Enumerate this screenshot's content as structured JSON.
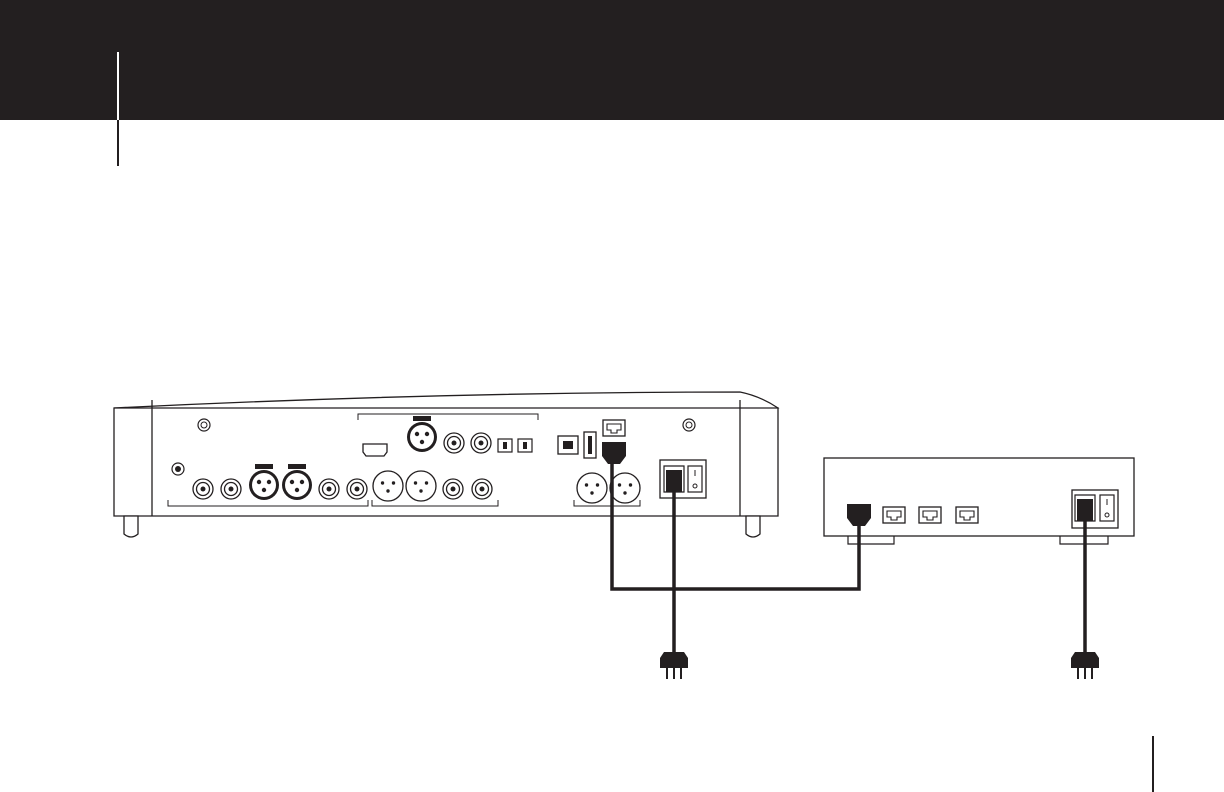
{
  "colors": {
    "ink": "#231f20",
    "paper": "#ffffff",
    "header_band": "#231f20"
  },
  "devices": [
    {
      "role": "audio-component-rear-panel"
    },
    {
      "role": "network-switch"
    }
  ],
  "connections": [
    {
      "from": "audio-component-ethernet-port",
      "to": "network-switch-port-1",
      "type": "ethernet"
    },
    {
      "from": "audio-component-power-inlet",
      "to": "mains-plug-1",
      "type": "power"
    },
    {
      "from": "network-switch-power-inlet",
      "to": "mains-plug-2",
      "type": "power"
    }
  ]
}
